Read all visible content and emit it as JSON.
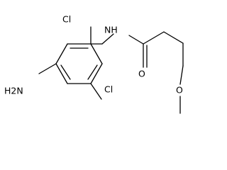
{
  "molecule": {
    "atoms": {
      "amine": "H2N",
      "amide_nitrogen": "NH",
      "chlorine_top": "Cl",
      "chlorine_bottom": "Cl",
      "carbonyl_oxygen": "O",
      "ether_oxygen": "O"
    },
    "colors": {
      "bond": "#000000",
      "text": "#000000",
      "background": "#ffffff"
    }
  }
}
